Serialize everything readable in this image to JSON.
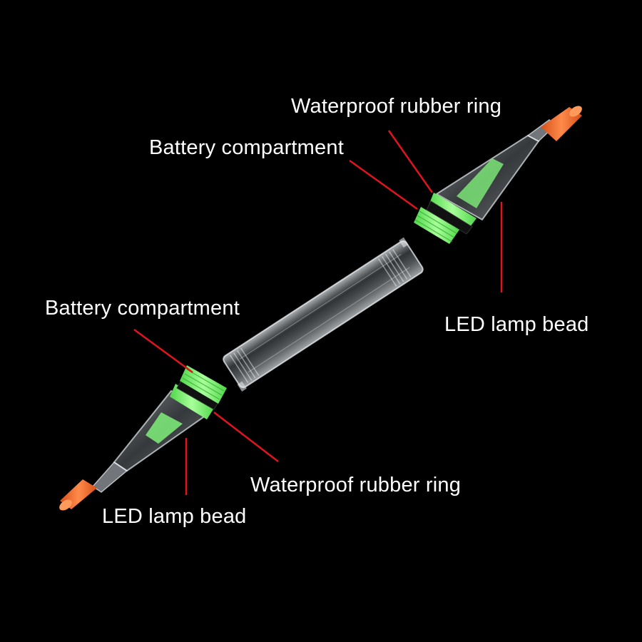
{
  "labels": {
    "ring_top": "Waterproof rubber ring",
    "battery_top": "Battery compartment",
    "led_right": "LED lamp bead",
    "battery_left": "Battery compartment",
    "ring_bottom": "Waterproof rubber ring",
    "led_bottom": "LED lamp bead"
  },
  "colors": {
    "background": "#000000",
    "leader_line": "#e0141e",
    "tip": "#f26a2a",
    "glow_green": "#7ff07a",
    "rubber_ring": "#111111",
    "clear_shell": "#cfd6dc"
  }
}
